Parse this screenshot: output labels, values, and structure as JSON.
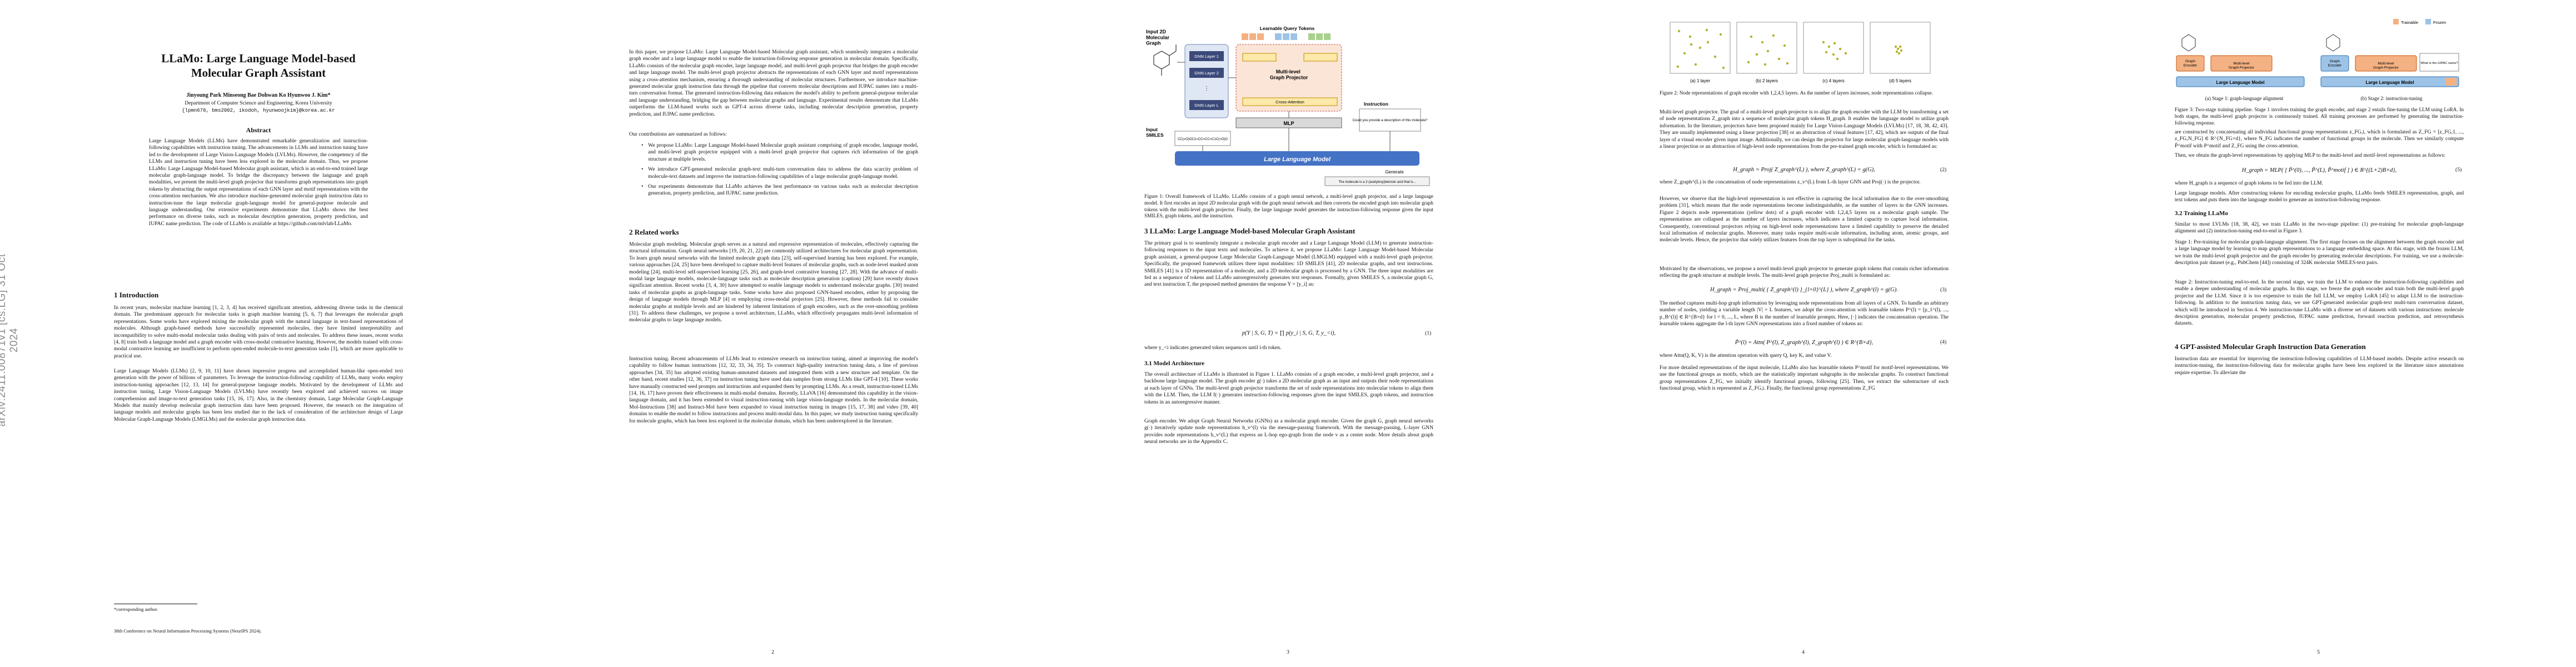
{
  "arxiv_id": "arXiv:2411.00871v1  [cs.LG]  31 Oct 2024",
  "page1": {
    "title": "LLaMo: Large Language Model-based\nMolecular Graph Assistant",
    "authors": "Jinyoung Park   Minseong Bae   Dohwan Ko   Hyunwoo J. Kim*",
    "affiliation": "Department of Computer Science and Engineering, Korea University",
    "emails": "{lpmn678, bms2002, ikodoh, hyunwoojkim}@korea.ac.kr",
    "abstract_heading": "Abstract",
    "abstract": "Large Language Models (LLMs) have demonstrated remarkable generalization and instruction-following capabilities with instruction tuning. The advancements in LLMs and instruction tuning have led to the development of Large Vision-Language Models (LVLMs). However, the competency of the LLMs and instruction tuning have been less explored in the molecular domain. Thus, we propose LLaMo: Large Language Model-based Molecular graph assistant, which is an end-to-end trained large molecular graph-language model. To bridge the discrepancy between the language and graph modalities, we present the multi-level graph projector that transforms graph representations into graph tokens by abstracting the output representations of each GNN layer and motif representations with the cross-attention mechanism. We also introduce machine-generated molecular graph instruction data to instruction-tune the large molecular graph-language model for general-purpose molecule and language understanding. Our extensive experiments demonstrate that LLaMo shows the best performance on diverse tasks, such as molecular description generation, property prediction, and IUPAC name prediction. The code of LLaMo is available at https://github.com/mlvlab/LLaMo.",
    "intro_heading": "1   Introduction",
    "intro_p1": "In recent years, molecular machine learning [1, 2, 3, 4] has received significant attention, addressing diverse tasks in the chemical domain. The predominant approach for molecular tasks is graph machine learning [5, 6, 7] that leverages the molecular graph representations. Some works have explored mixing the molecular graph with the natural language in text-based representations of molecules. Although graph-based methods have successfully represented molecules, they have limited interpretability and incompatibility to solve multi-modal molecular tasks dealing with pairs of texts and molecules. To address these issues, recent works [4, 8] train both a language model and a graph encoder with cross-modal contrastive learning. However, the models trained with cross-modal contrastive learning are insufficient to perform open-ended molecule-to-text generation tasks [3], which are more applicable to practical use.",
    "intro_p2": "Large Language Models (LLMs) [2, 9, 10, 11] have shown impressive progress and accomplished human-like open-ended text generation with the power of billions of parameters. To leverage the instruction-following capability of LLMs, many works employ instruction-tuning approaches [12, 13, 14] for general-purpose language models. Motivated by the development of LLMs and instruction tuning, Large Vision-Language Models (LVLMs) have recently been explored and achieved success on image comprehension and image-to-text generation tasks [15, 16, 17]. Also, in the chemistry domain, Large Molecular Graph-Language Models that mainly develop molecular graph instruction data have been proposed. However, the research on the integration of language models and molecular graphs has been less studied due to the lack of consideration of the architecture design of Large Molecular Graph-Language Models (LMGLMs) and the molecular graph instruction data.",
    "footnote_mark": "*corresponding author.",
    "venue": "38th Conference on Neural Information Processing Systems (NeurIPS 2024)."
  },
  "page2": {
    "p1": "In this paper, we propose LLaMo: Large Language Model-based Molecular graph assistant, which seamlessly integrates a molecular graph encoder and a large language model to enable the instruction-following response generation in molecular domain. Specifically, LLaMo consists of the molecular graph encoder, large language model, and multi-level graph projector that bridges the graph encoder and large language model. The multi-level graph projector abstracts the representations of each GNN layer and motif representations using a cross-attention mechanism, ensuring a thorough understanding of molecular structures. Furthermore, we introduce machine-generated molecular graph instruction data through the pipeline that converts molecular descriptions and IUPAC names into a multi-turn conversation format. The generated instruction-following data enhances the model's ability to perform general-purpose molecular and language understanding, bridging the gap between molecular graphs and language. Experimental results demonstrate that LLaMo outperforms the LLM-based works such as GPT-4 across diverse tasks, including molecular description generation, property prediction, and IUPAC name prediction.",
    "contrib_intro": "Our contributions are summarized as follows:",
    "contribs": [
      "We propose LLaMo: Large Language Model-based Molecular graph assistant comprising of graph encoder, language model, and multi-level graph projector equipped with a multi-level graph projector that captures rich information of the graph structure at multiple levels.",
      "We introduce GPT-generated molecular graph-text multi-turn conversation data to address the data scarcity problem of molecule-text datasets and improve the instruction-following capabilities of a large molecular graph-language model.",
      "Our experiments demonstrate that LLaMo achieves the best performance on various tasks such as molecular description generation, property prediction, and IUPAC name prediction."
    ],
    "rw_heading": "2   Related works",
    "rw_p1": "Molecular graph modeling. Molecular graph serves as a natural and expressive representation of molecules, effectively capturing the structural information. Graph neural networks [19, 20, 21, 22] are commonly utilized architectures for molecular graph representation. To learn graph neural networks with the limited molecule graph data [23], self-supervised learning has been explored. For example, various approaches [24, 25] have been developed to capture multi-level features of molecular graphs, such as node-level masked atom modeling [24], multi-level self-supervised learning [25, 26], and graph-level contrastive learning [27, 28]. With the advance of multi-modal large language models, molecule-language tasks such as molecule description generation (caption) [29] have recently drawn significant attention. Recent works [3, 4, 30] have attempted to enable language models to understand molecular graphs. [30] treated tasks of molecular graphs as graph-language tasks. Some works have also proposed GNN-based encoders, either by proposing the design of language models through MLP [4] or employing cross-modal projectors [25]. However, these methods fail to consider molecular graphs at multiple levels and are hindered by inherent limitations of graph encoders, such as the over-smoothing problem [31]. To address these challenges, we propose a novel architecture, LLaMo, which effectively propagates multi-level information of molecular graphs to large language models.",
    "rw_p2": "Instruction tuning. Recent advancements of LLMs lead to extensive research on instruction tuning, aimed at improving the model's capability to follow human instructions [12, 32, 33, 34, 35]. To construct high-quality instruction tuning data, a line of previous approaches [34, 35] has adopted existing human-annotated datasets and integrated them with a new structure and template. On the other hand, recent studies [12, 36, 37] on instruction tuning have used data samples from strong LLMs like GPT-4 [10]. These works have manually constructed seed prompts and instructions and expanded them by prompting LLMs. As a result, instruction-tuned LLMs [14, 16, 17] have proven their effectiveness in multi-modal domains. Recently, LLaVA [16] demonstrated this capability in the vision-language domain, and it has been extended to visual instruction-tuning with large vision-language models. In the molecular domain, Mol-Instructions [38] and Instruct-Mol have been expanded to visual instruction tuning in images [15, 17, 38] and video [39, 40] domains to enable the model to follow instructions and process multi-modal data. In this paper, we study instruction tuning specifically for molecule graphs, which has been less explored in the molecular domain, which has been underexplored in the literature.",
    "page_num": "2"
  },
  "page3": {
    "fig": {
      "input_graph": "Input 2D\nMolecular\nGraph",
      "query_tokens": "Learnable Query Tokens",
      "gnn_layers": [
        "GNN Layer 1",
        "GNN Layer 2",
        "GNN Layer L"
      ],
      "projector": "Multi-level\nGraph Projector",
      "cross_attn": "Cross-Attention",
      "mlp": "MLP",
      "input_smiles": "Input\nSMILES",
      "smiles_text": "CC(=O)OC1=CC=CC=C1C(=O)O",
      "instruction": "Instruction",
      "instruction_text": "Could you provide a description of this molecule?",
      "llm": "Large Language Model",
      "generate": "Generate",
      "output": "The molecule is a 2-(acetyloxy)benzoic acid that is..."
    },
    "fig_caption": "Figure 1: Overall framework of LLaMo. LLaMo consists of a graph neural network, a multi-level graph projector, and a large language model. It first encodes an input 2D molecular graph with the graph neural network and then converts the encoded graph into molecular graph tokens with the multi-level graph projector. Finally, the large language model generates the instruction-following response given the input SMILES, graph tokens, and the instruction.",
    "sec3_heading": "3   LLaMo: Large Language Model-based Molecular Graph Assistant",
    "sec3_p1": "The primary goal is to seamlessly integrate a molecular graph encoder and a Large Language Model (LLM) to generate instruction-following responses to the input texts and molecules. To achieve it, we propose LLaMo: Large Language Model-based Molecular graph assistant, a general-purpose Large Molecular Graph-Language Model (LMGLM) equipped with a multi-level graph projector. Specifically, the proposed framework utilizes three input modalities: 1D SMILES [41], 2D molecular graphs, and text instructions. SMILES [41] is a 1D representation of a molecule, and a 2D molecular graph is processed by a GNN. The three input modalities are fed as a sequence of tokens and LLaMo autoregressively generates text responses. Formally, given SMILES S, a molecular graph G, and text instruction T, the proposed method generates the response Y = [y_i] as:",
    "eq1": "p(Y | S, G, T) = ∏ p(y_i | S, G, T, y_<i),",
    "eq1_num": "(1)",
    "eq1_note": "where y_<i indicates generated token sequences until i-th token.",
    "sec31_heading": "3.1   Model Architecture",
    "sec31_p1": "The overall architecture of LLaMo is illustrated in Figure 1. LLaMo consists of a graph encoder, a multi-level graph projector, and a backbone large language model. The graph encoder g(·) takes a 2D molecular graph as an input and outputs their node representations at each layer of GNNs. The multi-level graph projector transforms the set of node representations into molecular tokens to align them with the LLM. Then, the LLM f(·) generates instruction-following responses given the input SMILES, graph tokens, and instruction tokens in an autoregressive manner.",
    "sec31_p2": "Graph encoder. We adopt Graph Neural Networks (GNNs) as a molecular graph encoder. Given the graph G, graph neural networks g(·) iteratively update node representations h_v^(l) via the message-passing framework. With the message-passing, L-layer GNN provides node representations h_v^(L) that express an L-hop ego-graph from the node v as a center node. More details about graph neural networks are in the Appendix C.",
    "page_num": "3"
  },
  "page4": {
    "node_fig_labels": [
      "(a) 1 layer",
      "(b) 2 layers",
      "(c) 4 layers",
      "(d) 5 layers"
    ],
    "node_fig_caption": "Figure 2: Node representations of graph encoder with 1,2,4,5 layers. As the number of layers increases, node representations collapse.",
    "p1": "Multi-level graph projector. The goal of a multi-level graph projector is to align the graph encoder with the LLM by transforming a set of node representations Z_graph into a sequence of molecular graph tokens H_graph. It enables the language model to utilize graph information. In the literature, projectors have been proposed mainly for Large Vision-Language Models (LVLMs) [17, 18, 38, 42, 43]. They are usually implemented using a linear projection [38] or an abstraction of visual features [17, 42], which are outputs of the final layer of a visual encoder given input image. Additionally, we can design the projector for large molecular graph-language models with a linear projection or an abstraction of high-level node representations from the pre-trained graph encoder, which is formulated as:",
    "eq2": "H_graph = Proj( Z_graph^(L) ),  where  Z_graph^(L) = g(G),",
    "eq2_num": "(2)",
    "p2": "where Z_graph^(L) is the concatenation of node representations z_v^(L) from L-th layer GNN and Proj(·) is the projector.",
    "p3": "However, we observe that the high-level representation is not effective in capturing the local information due to the over-smoothing problem [31], which means that the node representations become indistinguishable, as the number of layers in the GNN increases. Figure 2 depicts node representations (yellow dots) of a graph encoder with 1,2,4,5 layers on a molecular graph sample. The representations are collapsed as the number of layers increases, which indicates a limited capacity to capture local information. Consequently, conventional projectors relying on high-level node representations have a limited capability to preserve the detailed local information of molecular graphs. Moreover, many tasks require multi-scale information, including atom, atomic groups, and molecule levels. Hence, the projector that solely utilizes features from the top layer is suboptimal for the tasks.",
    "p4": "Motivated by the observations, we propose a novel multi-level graph projector to generate graph tokens that contain richer information reflecting the graph structure at multiple levels. The multi-level graph projector Proj_multi is formulated as:",
    "eq3": "H_graph = Proj_multi( { Z_graph^(l) }_{l=0}^{L} ),  where  Z_graph^(l) = g(G).",
    "eq3_num": "(3)",
    "p5": "The method captures multi-hop graph information by leveraging node representations from all layers of a GNN. To handle an arbitrary number of nodes, yielding a variable length |V| × L features, we adopt the cross-attention with learnable tokens P^(l) = [p_1^(l), ..., p_B^(l)] ∈ R^{B×d} for l = 0, ..., L, where B is the number of learnable prompts. Here, [·] indicates the concatenation operation. The learnable tokens aggregate the l-th layer GNN representations into a fixed number of tokens as:",
    "eq4": "P̃^(l) = Attn( P^(l), Z_graph^(l), Z_graph^(l) ) ∈ R^{B×d},",
    "eq4_num": "(4)",
    "p6": "where Attn(Q, K, V) is the attention operation with query Q, key K, and value V.",
    "p7": "For more detailed representations of the input molecule, LLaMo also has learnable tokens P^motif for motif-level representations. We use the functional groups as motifs, which are the statistically important subgraphs in the molecular graphs. To construct functional group representations Z_FG, we initially identify functional groups, following [25]. Then, we extract the substructure of each functional group, which is represented as Z_FG,i. Finally, the functional group representations Z_FG",
    "page_num": "4"
  },
  "page5": {
    "fig_left_caption": "(a) Stage 1: graph-language alignment",
    "fig_right_caption": "(b) Stage 2: instruction-tuning",
    "fig_labels": {
      "trainable": "Trainable",
      "frozen": "Frozen",
      "graph_encoder": "Graph\nEncoder",
      "projector": "Multi-level\nGraph Projector",
      "llm": "Large Language Model",
      "what_is": "What is the IUPAC name?"
    },
    "fig_caption": "Figure 3: Two-stage training pipeline. Stage 1 involves training the graph encoder, and stage 2 entails fine-tuning the LLM using LoRA. In both stages, the multi-level graph projector is continuously trained. All training processes are performed by generating the instruction-following response.",
    "p1": "are constructed by concatenating all individual functional group representations z_FG,i, which is formulated as Z_FG = [z_FG,1, ..., z_FG,N_FG] ∈ R^{N_FG×d}, where N_FG indicates the number of functional groups in the molecule. Then we similarly compute P̃^motif with P^motif and Z_FG using the cross-attention.",
    "p2": "Then, we obtain the graph-level representations by applying MLP to the multi-level and motif-level representations as follows:",
    "eq5": "H_graph = MLP( [ P̃^(0), ..., P̃^(L), P̃^motif ] ) ∈ R^{(L+2)B×d},",
    "eq5_num": "(5)",
    "p3": "where H_graph is a sequence of graph tokens to be fed into the LLM.",
    "p4": "Large language models. After constructing tokens for encoding molecular graphs, LLaMo feeds SMILES representation, graph, and text tokens and puts them into the language model to generate an instruction-following response.",
    "sec32_heading": "3.2   Training LLaMo",
    "p5": "Similar to most LVLMs [18, 38, 42], we train LLaMo in the two-stage pipeline: (1) pre-training for molecular graph-language alignment and (2) instruction-tuning end-to-end in Figure 3.",
    "p6": "Stage 1: Pre-training for molecular graph-language alignment. The first stage focuses on the alignment between the graph encoder and a large language model by learning to map graph representations to a language embedding space. At this stage, with the frozen LLM, we train the multi-level graph projector and the graph encoder by generating molecular descriptions. For training, we use a molecule-description pair dataset (e.g., PubChem [44]) consisting of 324K molecular SMILES-text pairs.",
    "p7": "Stage 2: Instruction-tuning end-to-end. In the second stage, we train the LLM to enhance the instruction-following capabilities and enable a deeper understanding of molecular graphs. In this stage, we freeze the graph encoder and train both the multi-level graph projector and the LLM. Since it is too expensive to train the full LLM, we employ LoRA [45] to adapt LLM to the instruction-following. In addition to the instruction tuning data, we use GPT-generated molecular graph-text multi-turn conversation dataset, which will be introduced in Section 4. We instruction-tune LLaMo with a diverse set of datasets with various instructions: molecule description generation, molecular property prediction, IUPAC name prediction, forward reaction prediction, and retrosynthesis datasets.",
    "sec4_heading": "4   GPT-assisted Molecular Graph Instruction Data Generation",
    "p8": "Instruction data are essential for improving the instruction-following capabilities of LLM-based models. Despite active research on instruction-tuning, the instruction-following data for molecular graphs have been less explored in the literature since annotations require expertise. To alleviate the",
    "page_num": "5"
  }
}
